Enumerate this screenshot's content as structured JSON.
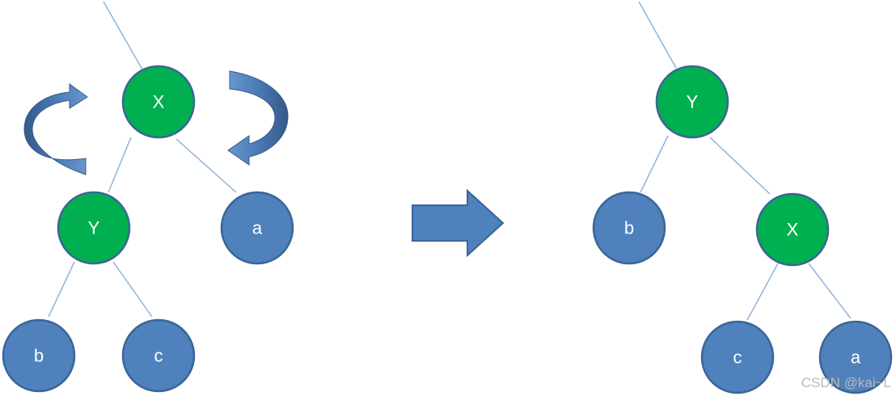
{
  "colors": {
    "highlight_node": "#00b050",
    "plain_node": "#4f81bd",
    "node_stroke": "#3a6597",
    "edge": "#8fb4d8",
    "arrow": "#4f81bd"
  },
  "before_tree": {
    "root": "X",
    "root_left": "Y",
    "root_right": "a",
    "left_left": "b",
    "left_right": "c"
  },
  "after_tree": {
    "root": "Y",
    "root_left": "b",
    "root_right": "X",
    "right_left": "c",
    "right_right": "a"
  },
  "watermark": "CSDN @kai~L"
}
